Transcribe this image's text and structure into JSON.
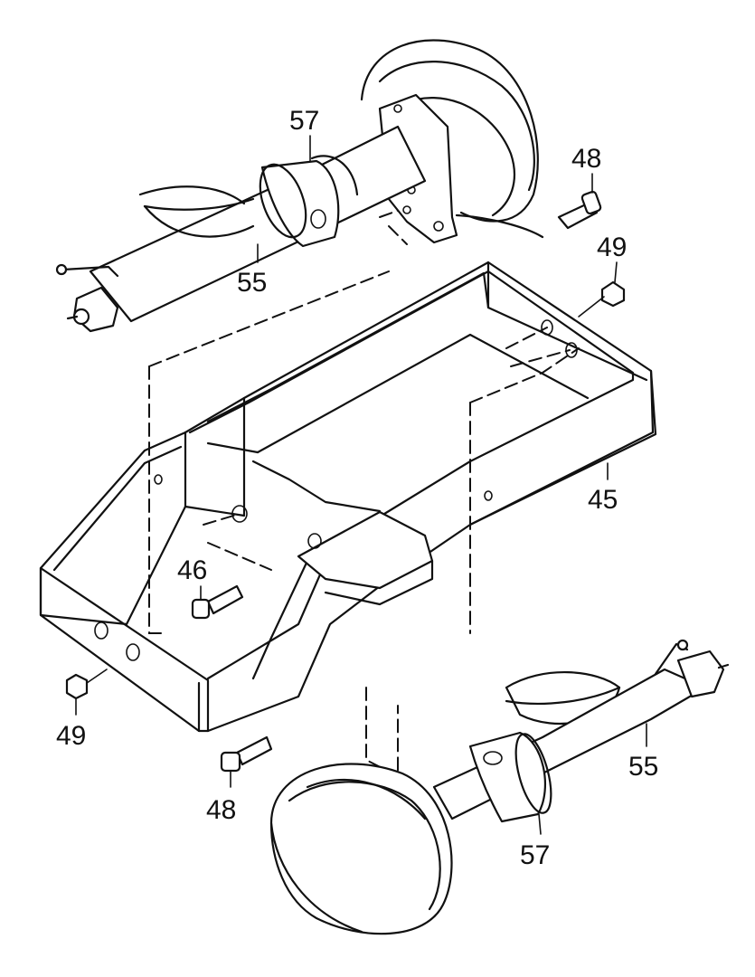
{
  "callouts": {
    "axle_top_collar": "57",
    "axle_top_tube": "55",
    "bolt_top_right": "48",
    "nut_top_right": "49",
    "frame": "45",
    "bolt_center": "46",
    "nut_bottom_left": "49",
    "bolt_bottom": "48",
    "axle_bottom_tube": "55",
    "axle_bottom_collar": "57"
  }
}
